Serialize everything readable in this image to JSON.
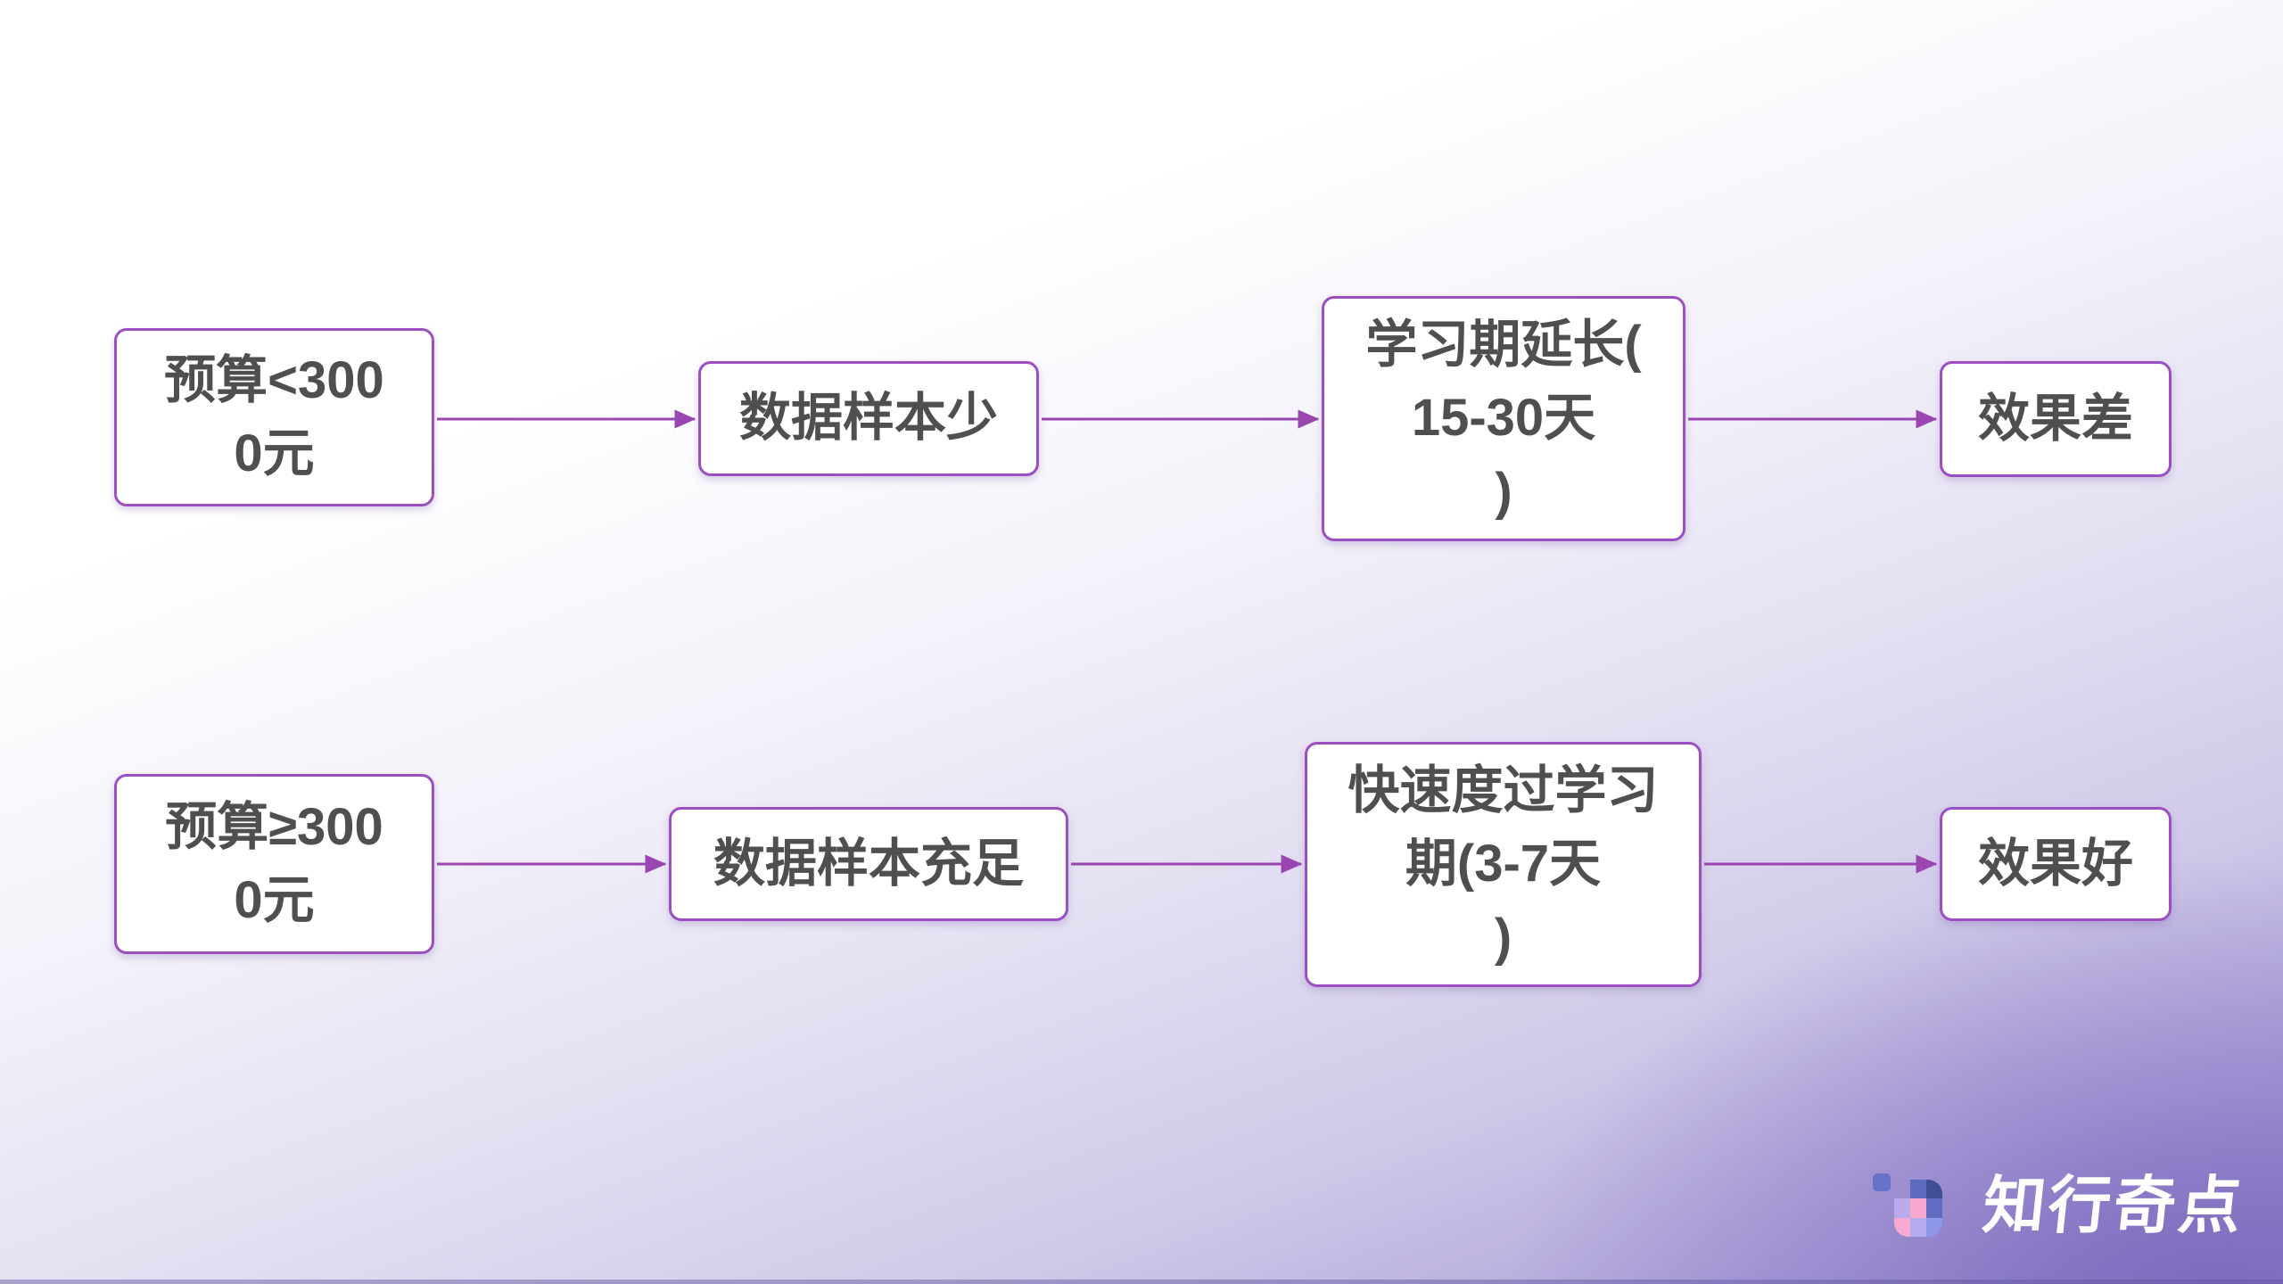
{
  "theme": {
    "box_border_color": "#9b4fc0",
    "arrow_color": "#9a46b0",
    "box_text_color": "#4f4f4f",
    "box_fill": "#ffffff",
    "bg_gradient_start": "#ffffff",
    "bg_gradient_end": "#9489ca",
    "bg_corner_glow": "#7d69be"
  },
  "flowchart": {
    "rows": [
      {
        "name": "low-budget-path",
        "steps": [
          {
            "text": "预算<300\n0元"
          },
          {
            "text": "数据样本少"
          },
          {
            "text": "学习期延长(\n15-30天\n)"
          },
          {
            "text": "效果差"
          }
        ]
      },
      {
        "name": "high-budget-path",
        "steps": [
          {
            "text": "预算≥300\n0元"
          },
          {
            "text": "数据样本充足"
          },
          {
            "text": "快速度过学习\n期(3-7天\n)"
          },
          {
            "text": "效果好"
          }
        ]
      }
    ]
  },
  "logo": {
    "text": "知行奇点",
    "icon_name": "grid-blocks-logo-icon",
    "icon_colors": {
      "detached": "#6673c8",
      "top_mid": "#5b6cc0",
      "top_right": "#3f4f96",
      "mid_left": "#b9abec",
      "mid_mid": "#f7a8cf",
      "mid_right": "#5f6cc0",
      "bot_left": "#f7abd3",
      "bot_mid": "#b4aaee",
      "bot_right": "#8e97e8"
    }
  }
}
